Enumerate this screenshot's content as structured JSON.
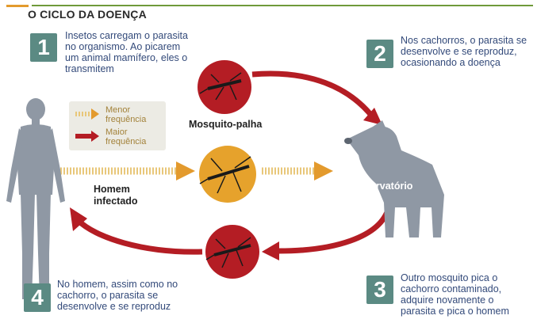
{
  "title": "O CICLO DA DOENÇA",
  "accent_colors": {
    "red": "#b41d24",
    "orange": "#e39a2d",
    "teal": "#5b8a83",
    "gray": "#8f98a4",
    "text_blue": "#334a7a"
  },
  "steps": [
    {
      "number": "1",
      "text": "Insetos carregam o parasita no organismo. Ao picarem um animal mamífero, eles o transmitem"
    },
    {
      "number": "2",
      "text": "Nos cachorros, o parasita se desenvolve e se reproduz, ocasionando a doença"
    },
    {
      "number": "3",
      "text": "Outro mosquito pica o cachorro contaminado, adquire novamente o parasita e pica o homem"
    },
    {
      "number": "4",
      "text": "No homem, assim como no cachorro, o parasita se desenvolve e se reproduz"
    }
  ],
  "legend": [
    {
      "label": "Menor frequência",
      "icon": "dashed-orange-arrow"
    },
    {
      "label": "Maior frequência",
      "icon": "red-arrow"
    }
  ],
  "labels": {
    "mosquito": "Mosquito-palha",
    "human": "Homem infectado",
    "dog": "Reservatório"
  }
}
